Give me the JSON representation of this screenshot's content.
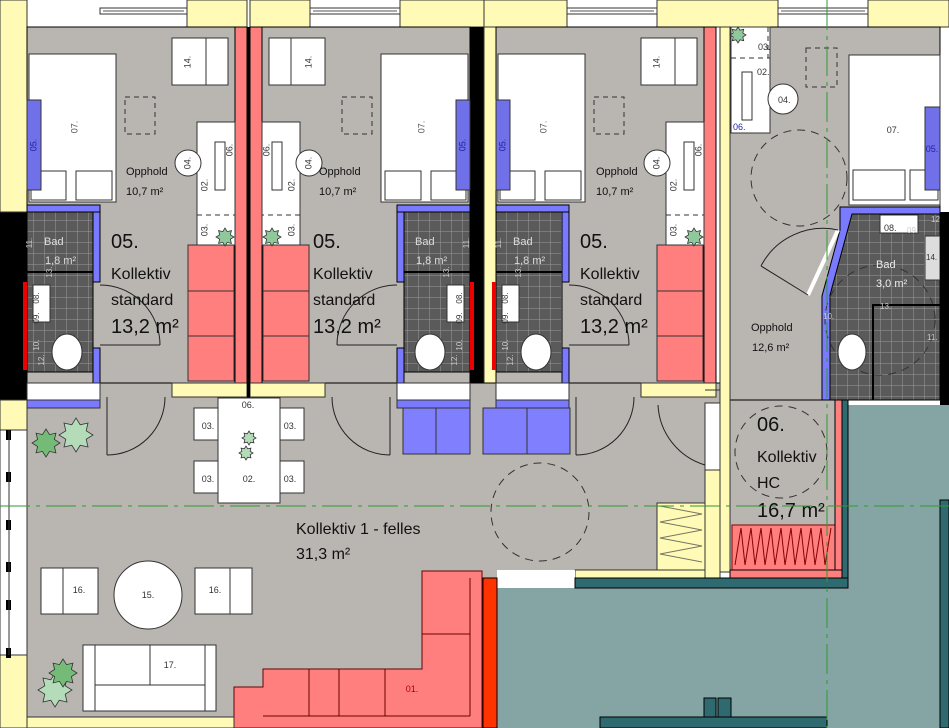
{
  "units": [
    {
      "number": "05.",
      "name": "Kollektiv",
      "type": "standard",
      "area": "13,2 m²",
      "opphold": {
        "label": "Opphold",
        "area": "10,7 m²"
      },
      "bath": {
        "label": "Bad",
        "area": "1,8 m²"
      }
    },
    {
      "number": "05.",
      "name": "Kollektiv",
      "type": "standard",
      "area": "13,2 m²",
      "opphold": {
        "label": "Opphold",
        "area": "10,7 m²"
      },
      "bath": {
        "label": "Bad",
        "area": "1,8 m²"
      }
    },
    {
      "number": "05.",
      "name": "Kollektiv",
      "type": "standard",
      "area": "13,2 m²",
      "opphold": {
        "label": "Opphold",
        "area": "10,7 m²"
      },
      "bath": {
        "label": "Bad",
        "area": "1,8 m²"
      }
    }
  ],
  "hc_unit": {
    "number": "06.",
    "name": "Kollektiv",
    "type": "HC",
    "area": "16,7 m²",
    "opphold": {
      "label": "Opphold",
      "area": "12,6 m²"
    },
    "bath": {
      "label": "Bad",
      "area": "3,0 m²"
    }
  },
  "common": {
    "name": "Kollektiv 1 - felles",
    "area": "31,3 m²"
  },
  "labels": {
    "l01": "01.",
    "l02": "02.",
    "l03": "03.",
    "l04": "04.",
    "l05": "05.",
    "l06": "06.",
    "l07": "07.",
    "l08": "08.",
    "l09": "09.",
    "l10": "10.",
    "l11": "11.",
    "l12": "12.",
    "l13": "13.",
    "l14": "14.",
    "l15": "15.",
    "l16": "16.",
    "l17": "17."
  },
  "colors": {
    "floor": "#b9b5b1",
    "wall": "#fffbb6",
    "wardrobe": "#ff7f7f",
    "bench": "#7070e8",
    "closet": "#8080ff",
    "bath_wall": "#7a7aff",
    "terrace": "#85a5a5",
    "terrace_dark": "#2f6a70",
    "axis": "#2e9a2e",
    "accent_red": "#ff3300"
  }
}
